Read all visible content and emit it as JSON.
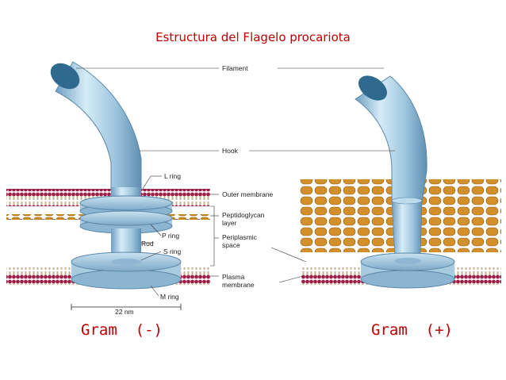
{
  "title": "Estructura del Flagelo procariota",
  "labels": {
    "filament": "Filament",
    "hook": "Hook",
    "l_ring": "L ring",
    "outer_membrane": "Outer membrane",
    "peptidoglycan_1": "Peptidoglycan",
    "peptidoglycan_2": "layer",
    "p_ring": "P ring",
    "rod": "Rod",
    "s_ring": "S ring",
    "periplasmic_1": "Periplasmic",
    "periplasmic_2": "space",
    "plasma_1": "Plasma",
    "plasma_2": "membrane",
    "m_ring": "M ring",
    "scale": "22 nm"
  },
  "captions": {
    "gram_negative": "Gram  (-)",
    "gram_positive": "Gram  (+)"
  },
  "colors": {
    "title": "#c00000",
    "flagellum": "#a9cde3",
    "membrane_heads": "#a3224a",
    "peptidoglycan": "#c98a22"
  }
}
